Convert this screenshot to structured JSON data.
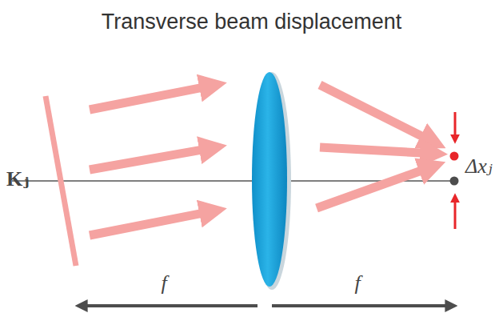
{
  "diagram": {
    "title": "Transverse beam displacement",
    "labels": [
      "Kⱼ",
      "Δxⱼ",
      "f",
      "f"
    ]
  }
}
